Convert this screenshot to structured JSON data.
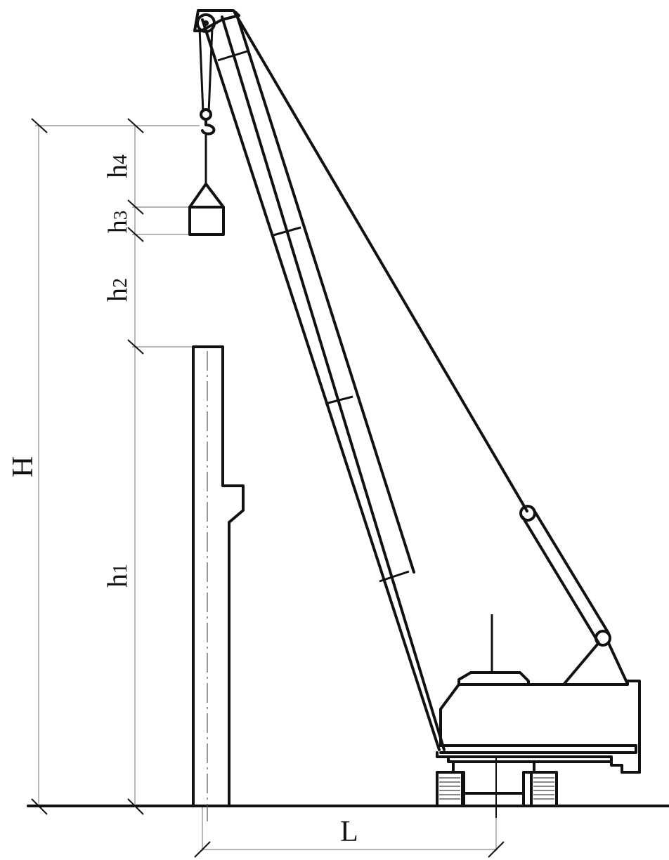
{
  "labels": {
    "H": "H",
    "h1": "h",
    "h1_sub": "1",
    "h2": "h",
    "h2_sub": "2",
    "h3": "h",
    "h3_sub": "3",
    "h4": "h",
    "h4_sub": "4",
    "L": "L"
  },
  "colors": {
    "line": "#111111",
    "dimension": "#888888",
    "background": "#ffffff"
  }
}
